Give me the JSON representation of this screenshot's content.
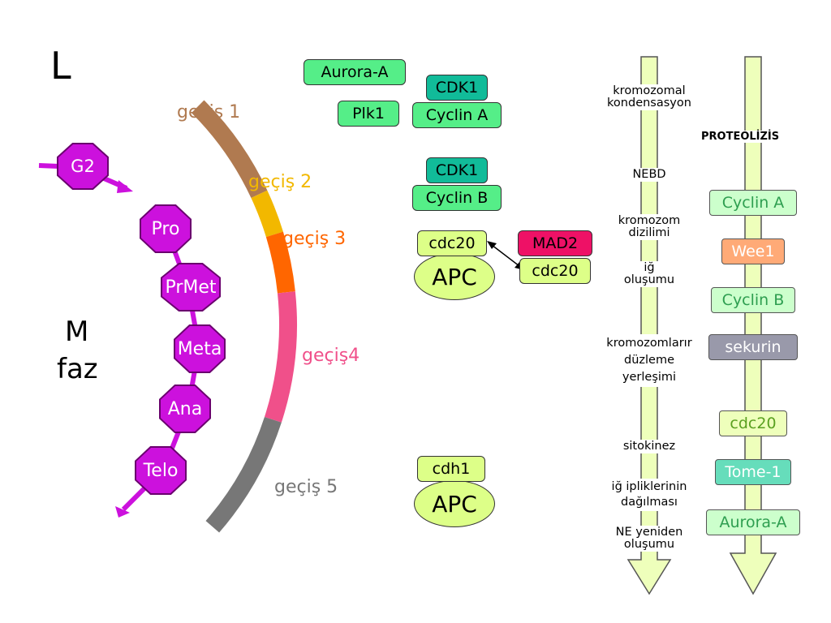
{
  "corner_label": "L",
  "phase_label": {
    "line1": "M",
    "line2": "faz"
  },
  "transitions": [
    {
      "label": "geçiş 1",
      "color": "#b07a50"
    },
    {
      "label": "geçiş 2",
      "color": "#f2b800"
    },
    {
      "label": "geçiş 3",
      "color": "#ff6600"
    },
    {
      "label": "geçiş4",
      "color": "#f0508a"
    },
    {
      "label": "geçiş 5",
      "color": "#777777"
    }
  ],
  "stages": [
    "G2",
    "Pro",
    "PrMet",
    "Meta",
    "Ana",
    "Telo"
  ],
  "kinases": {
    "aurora_a": "Aurora-A",
    "plk1": "Plk1",
    "cdk1_a": "CDK1",
    "cyclin_a": "Cyclin A",
    "cdk1_b": "CDK1",
    "cyclin_b": "Cyclin B"
  },
  "apc_top": {
    "activator": "cdc20",
    "complex": "APC"
  },
  "checkpoint": {
    "mad2": "MAD2",
    "cdc20": "cdc20"
  },
  "apc_bottom": {
    "activator": "cdh1",
    "complex": "APC"
  },
  "events": {
    "e1": [
      "kromozomal",
      "kondensasyon"
    ],
    "e2": [
      "NEBD"
    ],
    "e3": [
      "kromozom",
      "dizilimi"
    ],
    "e4": [
      "iğ",
      "oluşumu"
    ],
    "e5": [
      "kromozomlarır",
      "düzleme",
      "yerleşimi"
    ],
    "e6": [
      "sitokinez"
    ],
    "e7": [
      "iğ ipliklerinin",
      "dağılması"
    ],
    "e8": [
      "NE yeniden",
      "oluşumu"
    ]
  },
  "proteolysis": {
    "title": "PROTEOLİZİS",
    "items": [
      {
        "label": "Cyclin A",
        "bg": "#ccffcc",
        "fg": "#2e9e50"
      },
      {
        "label": "Wee1",
        "bg": "#ffaa77",
        "fg": "#ffffff"
      },
      {
        "label": "Cyclin B",
        "bg": "#ccffcc",
        "fg": "#2e9e50"
      },
      {
        "label": "sekurin",
        "bg": "#9999aa",
        "fg": "#ffffff"
      },
      {
        "label": "cdc20",
        "bg": "#eeffbb",
        "fg": "#5aa020"
      },
      {
        "label": "Tome-1",
        "bg": "#66ddbb",
        "fg": "#ffffff"
      },
      {
        "label": "Aurora-A",
        "bg": "#ccffcc",
        "fg": "#2e9e50"
      }
    ]
  },
  "colors": {
    "stage": "#cc11dd",
    "kinase_green": "#55ee88",
    "kinase_teal": "#11bb99",
    "activator": "#ddff88",
    "mad2": "#ee1166",
    "arrow_fill": "#eeffbb"
  }
}
